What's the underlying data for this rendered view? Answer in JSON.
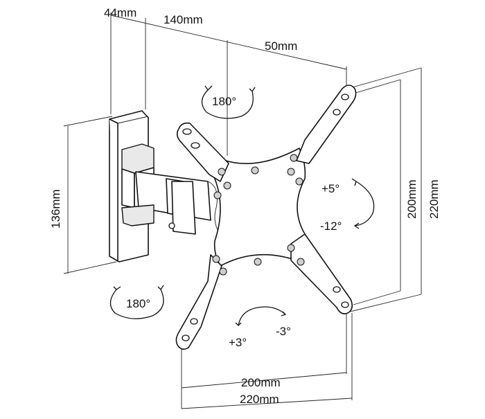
{
  "dimensions": {
    "wall_plate_depth": "44mm",
    "arm_extension": "140mm",
    "min_extension": "50mm",
    "wall_plate_height": "136mm",
    "vesa_vertical_inner": "200mm",
    "vesa_vertical_outer": "220mm",
    "vesa_horizontal_inner": "200mm",
    "vesa_horizontal_outer": "220mm"
  },
  "rotations": {
    "swivel_top": "180°",
    "swivel_bottom": "180°",
    "tilt_up": "+5°",
    "tilt_down": "-12°",
    "rotate_pos": "+3°",
    "rotate_neg": "-3°"
  }
}
